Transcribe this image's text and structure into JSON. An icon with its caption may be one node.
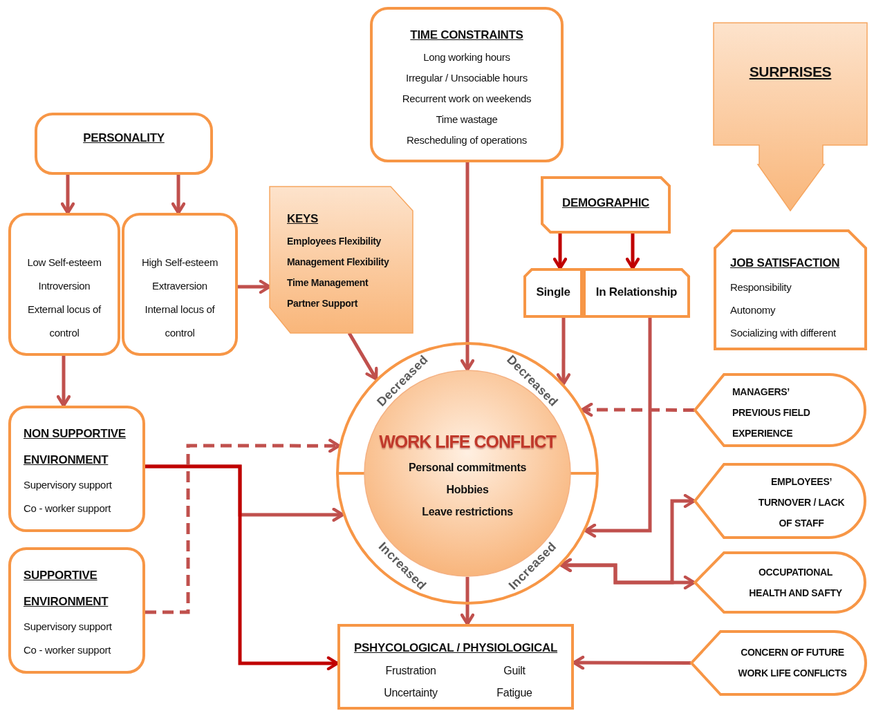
{
  "diagram": {
    "nodes": [
      {
        "text": [
          "TIME CONSTRAINTS",
          "Long working hours",
          "Irregular / Unsociable hours",
          "Recurrent work on weekends",
          "Time wastage",
          "Rescheduling of operations"
        ]
      },
      {
        "text": [
          "SURPRISES"
        ]
      },
      {
        "text": [
          "PERSONALITY"
        ]
      },
      {
        "text": [
          "Low Self-esteem",
          "Introversion",
          "External locus of control"
        ]
      },
      {
        "text": [
          "High Self-esteem",
          "Extraversion",
          "Internal locus of control"
        ]
      },
      {
        "text": [
          "KEYS",
          "Employees Flexibility",
          "Management Flexibility",
          "Time Management",
          "Partner Support"
        ]
      },
      {
        "text": [
          "DEMOGRAPHIC"
        ]
      },
      {
        "text": [
          "Single"
        ]
      },
      {
        "text": [
          "In Relationship"
        ]
      },
      {
        "text": [
          "JOB SATISFACTION",
          "Responsibility",
          "Autonomy",
          "Socializing with different"
        ]
      },
      {
        "text": [
          "Decreased",
          "Decreased",
          "Increased",
          "Increased"
        ]
      },
      {
        "text": [
          "WORK LIFE CONFLICT",
          "Personal commitments",
          "Hobbies",
          "Leave restrictions"
        ],
        "in": 10
      },
      {
        "text": [
          "NON SUPPORTIVE ENVIRONMENT",
          "Supervisory support",
          "Co - worker support"
        ]
      },
      {
        "text": [
          "SUPPORTIVE ENVIRONMENT",
          "Supervisory support",
          "Co - worker support"
        ]
      },
      {
        "text": [
          "MANAGERS’ PREVIOUS FIELD EXPERIENCE"
        ]
      },
      {
        "text": [
          "EMPLOYEES’ TURNOVER / LACK OF STAFF"
        ]
      },
      {
        "text": [
          "OCCUPATIONAL HEALTH AND SAFTY"
        ]
      },
      {
        "text": [
          "PSHYCOLOGICAL / PHYSIOLOGICAL",
          "Frustration",
          "Guilt",
          "Uncertainty",
          "Fatigue"
        ]
      },
      {
        "text": [
          "CONCERN OF FUTURE WORK LIFE CONFLICTS"
        ]
      }
    ],
    "edges": [
      {
        "from": 2,
        "to": 3,
        "arrow": "to"
      },
      {
        "from": 2,
        "to": 4,
        "arrow": "to"
      },
      {
        "from": 4,
        "to": 5,
        "arrow": "to"
      },
      {
        "from": 3,
        "to": 12,
        "arrow": "to"
      },
      {
        "from": 5,
        "to": 10,
        "arrow": "to"
      },
      {
        "from": 0,
        "to": 11,
        "arrow": "to"
      },
      {
        "from": 6,
        "to": 7,
        "arrow": "to",
        "color": "#c00000"
      },
      {
        "from": 6,
        "to": 8,
        "arrow": "to",
        "color": "#c00000"
      },
      {
        "from": 7,
        "to": 10,
        "arrow": "to"
      },
      {
        "from": 8,
        "to": 10,
        "arrow": "to"
      },
      {
        "from": 14,
        "to": 10,
        "arrow": "to",
        "style": "dashed"
      },
      {
        "from": 12,
        "to": 10,
        "arrow": "to"
      },
      {
        "from": 12,
        "to": 17,
        "arrow": "to",
        "color": "#c00000"
      },
      {
        "from": 13,
        "to": 10,
        "arrow": "to",
        "style": "dashed"
      },
      {
        "from": 11,
        "to": 17,
        "arrow": "to"
      },
      {
        "from": 15,
        "to": 10,
        "arrow": "both"
      },
      {
        "from": 16,
        "to": 10,
        "arrow": "both"
      },
      {
        "from": 18,
        "to": 17,
        "arrow": "to"
      }
    ]
  }
}
